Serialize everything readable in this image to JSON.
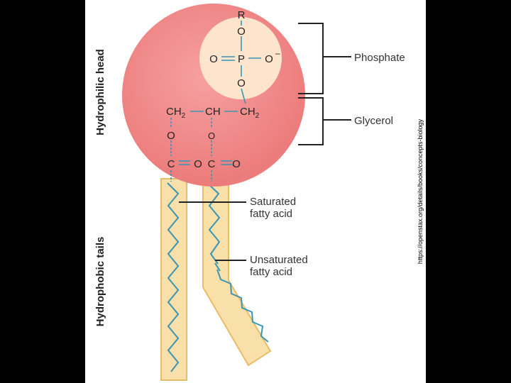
{
  "diagram": {
    "side_labels": {
      "head": "Hydrophilic head",
      "tails": "Hydrophobic tails"
    },
    "labels": {
      "phosphate": "Phosphate",
      "glycerol": "Glycerol",
      "saturated_line1": "Saturated",
      "saturated_line2": "fatty acid",
      "unsaturated_line1": "Unsaturated",
      "unsaturated_line2": "fatty acid"
    },
    "atoms": {
      "r": "R",
      "o_top": "O",
      "p": "P",
      "o_left": "O",
      "o_right": "O",
      "o_right_charge": "–",
      "o_bottom": "O",
      "ch2_left": "CH",
      "ch_mid": "CH",
      "ch2_right": "CH",
      "sub_2": "2",
      "o_ester_left": "O",
      "o_ester_right": "O",
      "c_left": "C",
      "o_carbonyl_left": "O",
      "c_right": "C",
      "o_carbonyl_right": "O"
    },
    "colors": {
      "head_fill": "#f08080",
      "phosphate_fill": "#fde4cc",
      "tail_fill": "#f9dfa8",
      "tail_border": "#e9bc68",
      "bond_color": "#3a95b5",
      "bracket_color": "#222222"
    }
  },
  "credit": "https://openstax.org/details/books/concepts-biology"
}
